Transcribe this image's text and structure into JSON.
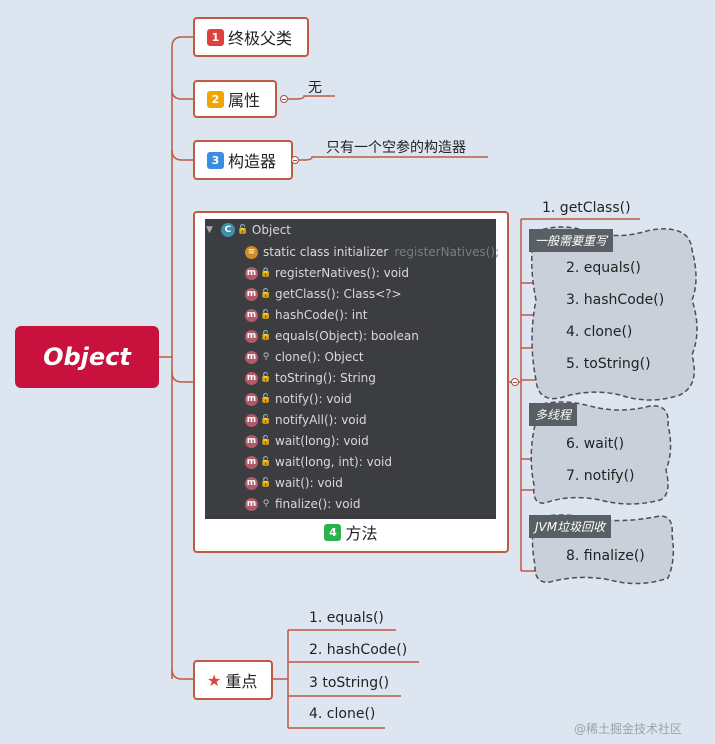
{
  "root": {
    "label": "Object"
  },
  "branches": [
    {
      "id": "b1",
      "num": "1",
      "label": "终极父类",
      "badge_color": "#e0403c"
    },
    {
      "id": "b2",
      "num": "2",
      "label": "属性",
      "badge_color": "#f0a500",
      "note": "无"
    },
    {
      "id": "b3",
      "num": "3",
      "label": "构造器",
      "badge_color": "#3b8de0",
      "note": "只有一个空参的构造器"
    },
    {
      "id": "b4",
      "num": "4",
      "label": "方法",
      "badge_color": "#2bb24c"
    },
    {
      "id": "b5",
      "label": "重点",
      "icon": "star-icon",
      "icon_color": "#e0403c"
    }
  ],
  "class_panel": {
    "class_name": "Object",
    "static_init": "static class initializer",
    "static_init_hint": "registerNatives();",
    "members": [
      {
        "name": "registerNatives(): void",
        "vis": "lock"
      },
      {
        "name": "getClass(): Class<?>",
        "vis": "open"
      },
      {
        "name": "hashCode(): int",
        "vis": "open"
      },
      {
        "name": "equals(Object): boolean",
        "vis": "open"
      },
      {
        "name": "clone(): Object",
        "vis": "key"
      },
      {
        "name": "toString(): String",
        "vis": "open"
      },
      {
        "name": "notify(): void",
        "vis": "open"
      },
      {
        "name": "notifyAll(): void",
        "vis": "open"
      },
      {
        "name": "wait(long): void",
        "vis": "open"
      },
      {
        "name": "wait(long, int): void",
        "vis": "open"
      },
      {
        "name": "wait(): void",
        "vis": "open"
      },
      {
        "name": "finalize(): void",
        "vis": "key"
      }
    ]
  },
  "methods": {
    "first": "1. getClass()",
    "groups": [
      {
        "tag": "一般需要重写",
        "items": [
          "2. equals()",
          "3. hashCode()",
          "4. clone()",
          "5. toString()"
        ]
      },
      {
        "tag": "多线程",
        "items": [
          "6. wait()",
          "7. notify()"
        ]
      },
      {
        "tag": "JVM垃圾回收",
        "items": [
          "8. finalize()"
        ]
      }
    ]
  },
  "key_points": [
    "1. equals()",
    "2. hashCode()",
    "3 toString()",
    "4. clone()"
  ],
  "watermark": "@稀土掘金技术社区",
  "colors": {
    "accent": "#c8113c",
    "line": "#c05a40",
    "cloud": "#c9d0da"
  }
}
